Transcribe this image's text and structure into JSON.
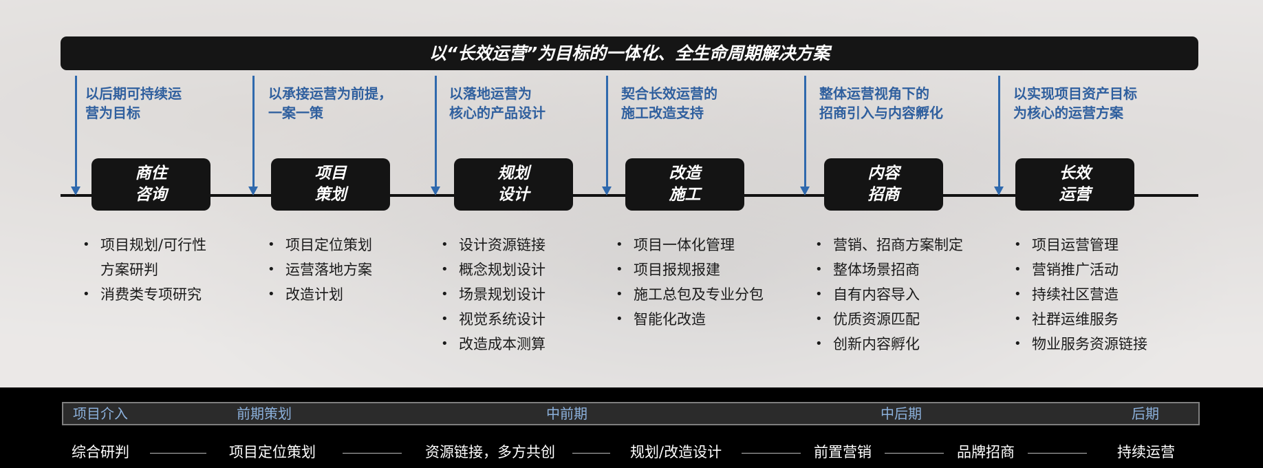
{
  "banner": {
    "title": "以“长效运营”为目标的一体化、全生命周期解决方案"
  },
  "columns": [
    {
      "subtitle": "以后期可持续运\n营为目标",
      "phase": "商住\n咨询",
      "bullets": [
        "项目规划/可行性",
        "方案研判",
        "消费类专项研究"
      ]
    },
    {
      "subtitle": "以承接运营为前提，\n一案一策",
      "phase": "项目\n策划",
      "bullets": [
        "项目定位策划",
        "运营落地方案",
        "改造计划"
      ]
    },
    {
      "subtitle": "以落地运营为\n核心的产品设计",
      "phase": "规划\n设计",
      "bullets": [
        "设计资源链接",
        "概念规划设计",
        "场景规划设计",
        "视觉系统设计",
        "改造成本测算"
      ]
    },
    {
      "subtitle": "契合长效运营的\n施工改造支持",
      "phase": "改造\n施工",
      "bullets": [
        "项目一体化管理",
        "项目报规报建",
        "施工总包及专业分包",
        "智能化改造"
      ]
    },
    {
      "subtitle": "整体运营视角下的\n招商引入与内容孵化",
      "phase": "内容\n招商",
      "bullets": [
        "营销、招商方案制定",
        "整体场景招商",
        "自有内容导入",
        "优质资源匹配",
        "创新内容孵化"
      ]
    },
    {
      "subtitle": "以实现项目资产目标\n为核心的运营方案",
      "phase": "长效\n运营",
      "bullets": [
        "项目运营管理",
        "营销推广活动",
        "持续社区营造",
        "社群运维服务",
        "物业服务资源链接"
      ]
    }
  ],
  "stages": [
    "项目介入",
    "前期策划",
    "中前期",
    "中后期",
    "后期"
  ],
  "steps": [
    "综合研判",
    "项目定位策划",
    "资源链接，多方共创",
    "规划/改造设计",
    "前置营销",
    "品牌招商",
    "持续运营"
  ],
  "colors": {
    "accent": "#2f69ad",
    "subtitle": "#2f5f9e",
    "stage": "#8cb1dc",
    "dark": "#141414"
  }
}
